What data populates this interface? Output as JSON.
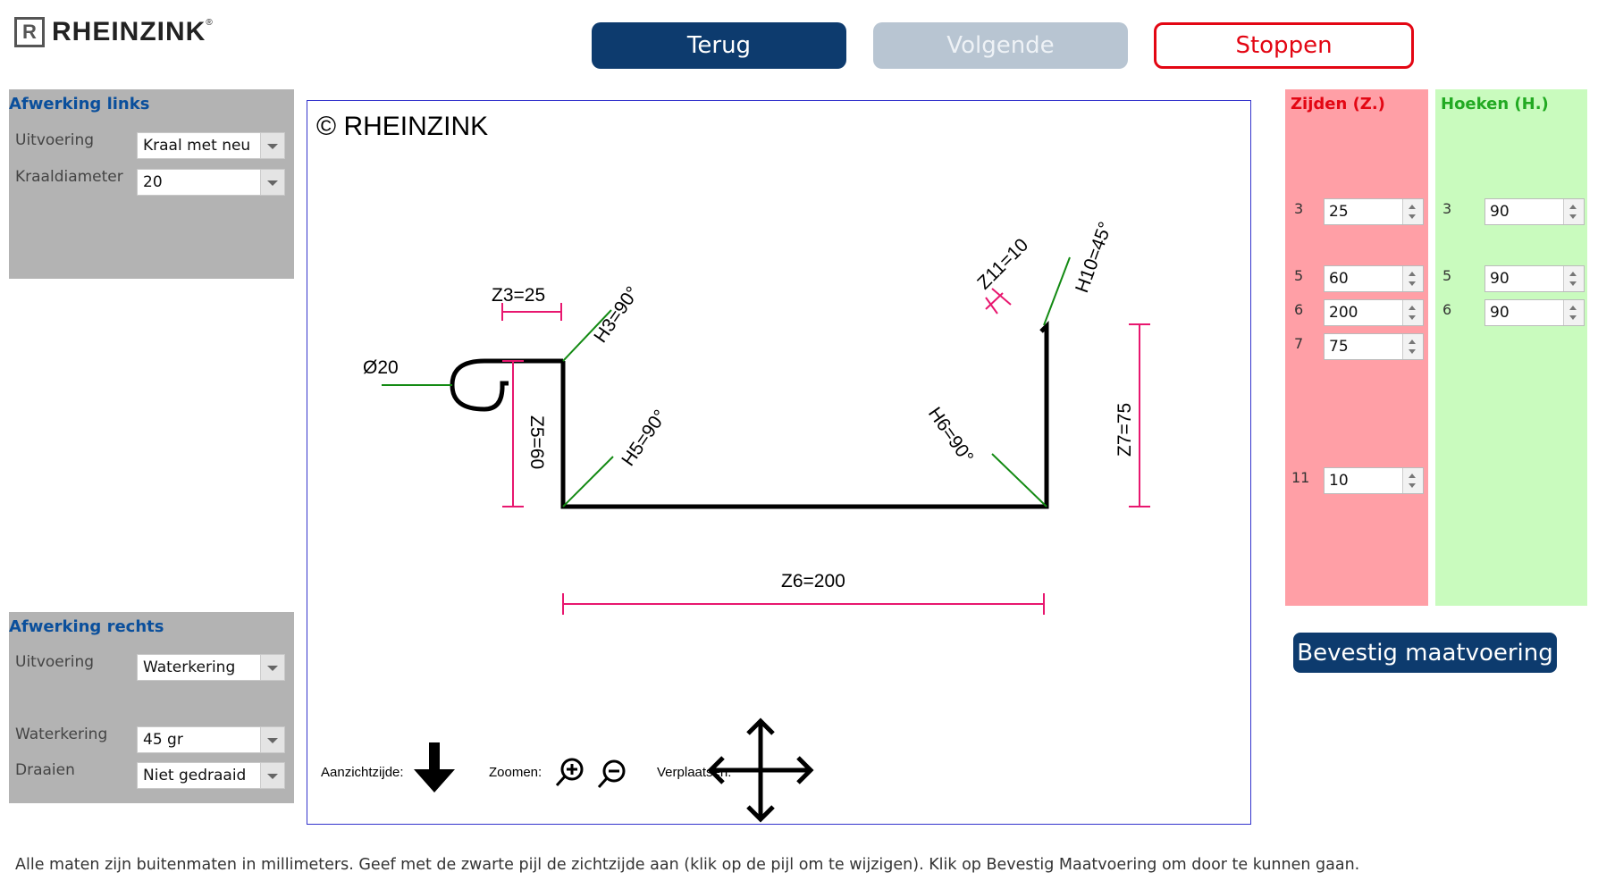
{
  "brand": {
    "name": "RHEINZINK",
    "mark": "R",
    "reg": "®"
  },
  "nav": {
    "back": "Terug",
    "next": "Volgende",
    "stop": "Stoppen"
  },
  "left_finish": {
    "title": "Afwerking links",
    "fields": [
      {
        "label": "Uitvoering",
        "value": "Kraal met neu"
      },
      {
        "label": "Kraaldiameter",
        "value": "20"
      }
    ]
  },
  "right_finish": {
    "title": "Afwerking rechts",
    "fields": [
      {
        "label": "Uitvoering",
        "value": "Waterkering"
      },
      {
        "label": "Waterkering",
        "value": "45 gr"
      },
      {
        "label": "Draaien",
        "value": "Niet gedraaid"
      }
    ]
  },
  "drawing": {
    "copyright": "© RHEINZINK",
    "labels": {
      "diameter": "Ø20",
      "z3": "Z3=25",
      "h3": "H3=90°",
      "z5": "Z5=60",
      "h5": "H5=90°",
      "h6": "H6=90°",
      "z6": "Z6=200",
      "z7": "Z7=75",
      "z11": "Z11=10",
      "h10": "H10=45°"
    },
    "tools": {
      "view_side": "Aanzichtzijde:",
      "zoom": "Zoomen:",
      "move": "Verplaatsen:"
    }
  },
  "sides": {
    "title": "Zijden (Z.)",
    "rows": [
      {
        "index": "3",
        "value": "25"
      },
      {
        "index": "5",
        "value": "60"
      },
      {
        "index": "6",
        "value": "200"
      },
      {
        "index": "7",
        "value": "75"
      },
      {
        "index": "11",
        "value": "10"
      }
    ]
  },
  "angles": {
    "title": "Hoeken (H.)",
    "rows": [
      {
        "index": "3",
        "value": "90"
      },
      {
        "index": "5",
        "value": "90"
      },
      {
        "index": "6",
        "value": "90"
      }
    ]
  },
  "confirm_button": "Bevestig maatvoering",
  "footer": "Alle maten zijn buitenmaten in millimeters. Geef met de zwarte pijl de zichtzijde aan (klik op de pijl om te wijzigen). Klik op Bevestig Maatvoering om door te kunnen gaan.",
  "colors": {
    "navy": "#0d3b6e",
    "disabled": "#b8c5d2",
    "stop_red": "#e30613",
    "panel_gray": "#b3b3b3",
    "panel_title_blue": "#0a4f9c",
    "sides_bg": "#ff9fa6",
    "sides_title": "#e30613",
    "angles_bg": "#c9fbbe",
    "angles_title": "#22aa22",
    "dimension_pink": "#e8176f",
    "angle_green": "#138a13"
  }
}
